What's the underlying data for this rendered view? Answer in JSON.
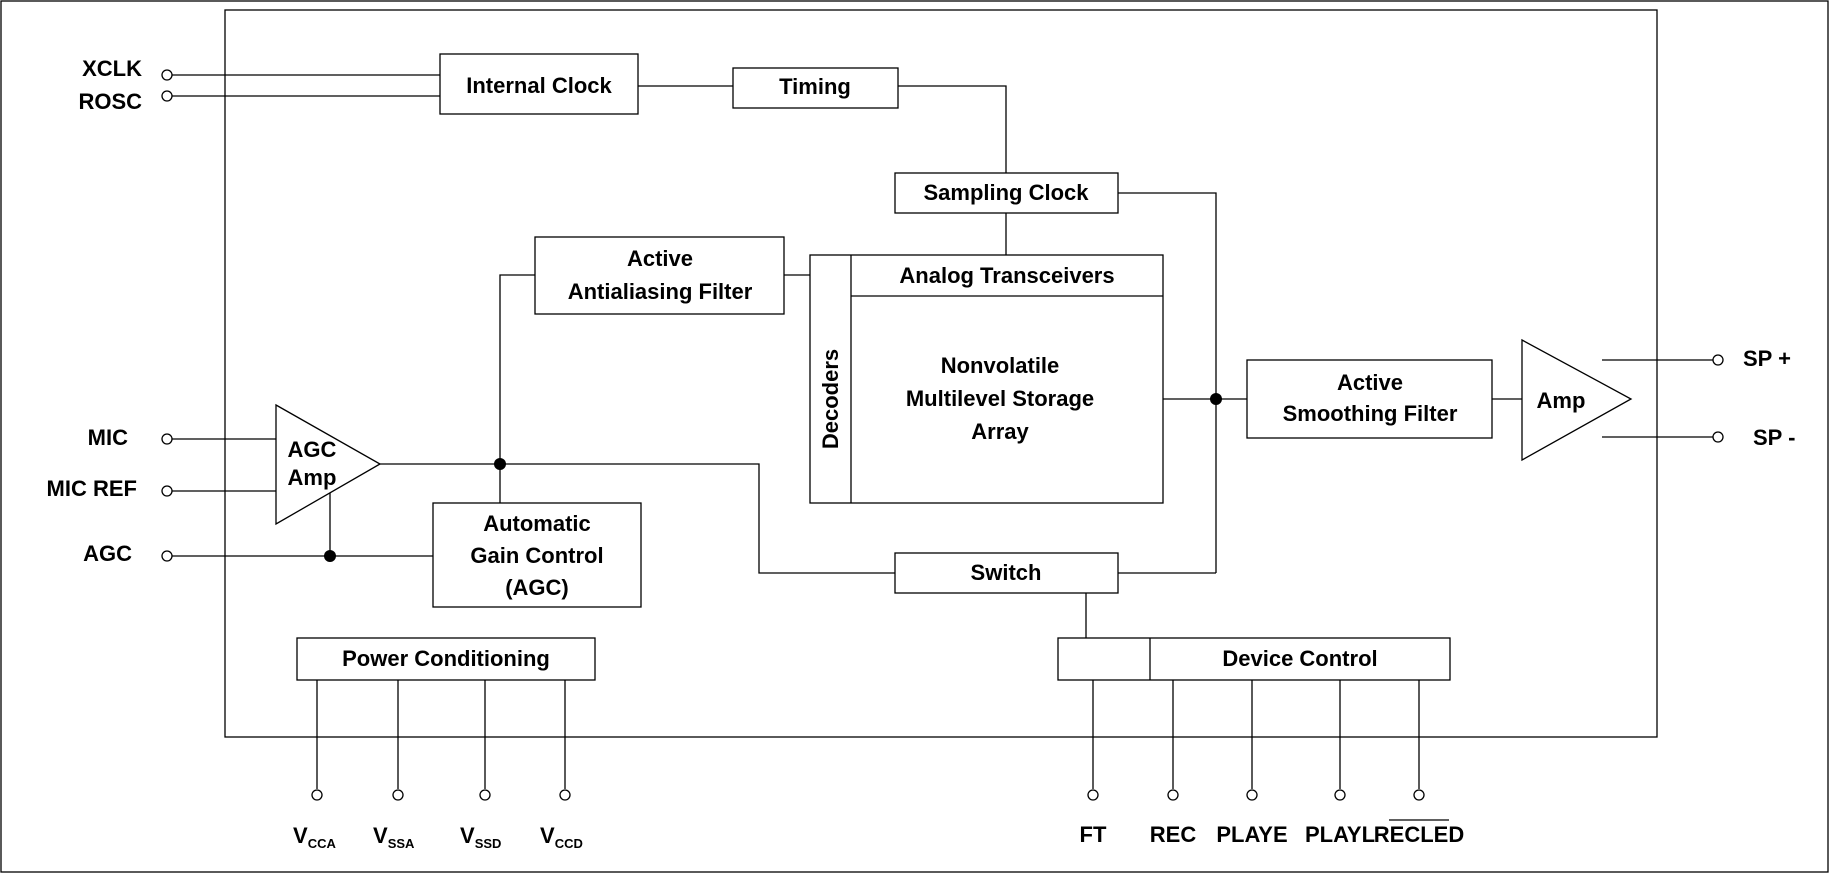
{
  "pins_left": {
    "xclk": "XCLK",
    "rosc": "ROSC",
    "mic": "MIC",
    "mic_ref": "MIC REF",
    "agc": "AGC"
  },
  "pins_right": {
    "sp_plus": "SP +",
    "sp_minus": "SP -"
  },
  "blocks": {
    "internal_clock": "Internal Clock",
    "timing": "Timing",
    "sampling_clock": "Sampling Clock",
    "antialias_line1": "Active",
    "antialias_line2": "Antialiasing Filter",
    "analog_transceivers": "Analog Transceivers",
    "decoders": "Decoders",
    "storage_line1": "Nonvolatile",
    "storage_line2": "Multilevel Storage",
    "storage_line3": "Array",
    "smoothing_line1": "Active",
    "smoothing_line2": "Smoothing Filter",
    "out_amp": "Amp",
    "agc_amp_line1": "AGC",
    "agc_amp_line2": "Amp",
    "agc_ctrl_line1": "Automatic",
    "agc_ctrl_line2": "Gain Control",
    "agc_ctrl_line3": "(AGC)",
    "switch": "Switch",
    "power_conditioning": "Power Conditioning",
    "device_control": "Device Control"
  },
  "pins_bottom_power": [
    {
      "main": "V",
      "sub": "CCA"
    },
    {
      "main": "V",
      "sub": "SSA"
    },
    {
      "main": "V",
      "sub": "SSD"
    },
    {
      "main": "V",
      "sub": "CCD"
    }
  ],
  "pins_bottom_control": {
    "ft": "FT",
    "rec": "REC",
    "playe": "PLAYE",
    "playl": "PLAYL",
    "recled": "RECLED"
  }
}
